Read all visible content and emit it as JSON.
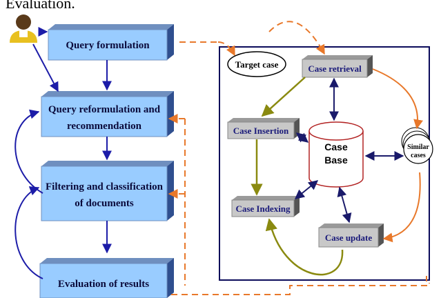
{
  "header_fragment": "Evaluation.",
  "process_steps": {
    "query_formulation": "Query formulation",
    "query_reformulation_line1": "Query reformulation and",
    "query_reformulation_line2": "recommendation",
    "filtering_line1": "Filtering and classification",
    "filtering_line2": "of documents",
    "evaluation": "Evaluation of results"
  },
  "cbr_cycle": {
    "target_case": "Target case",
    "case_retrieval": "Case retrieval",
    "case_insertion": "Case Insertion",
    "case_indexing": "Case Indexing",
    "case_update": "Case update",
    "case_base_line1": "Case",
    "case_base_line2": "Base",
    "similar_cases_line1": "Similar",
    "similar_cases_line2": "cases"
  },
  "colors": {
    "box_fill": "#99ccff",
    "box_side": "#2f4f8f",
    "gray_box_fill": "#c8c8c8",
    "gray_box_side": "#555555",
    "blue_arrow": "#1c1ca8",
    "orange_arrow": "#e8782a",
    "olive_arrow": "#8a8a10",
    "navy_arrow": "#1a1a6a",
    "case_base_stroke": "#b22222",
    "frame": "#0a0a5a"
  },
  "icons": [
    "user-icon"
  ]
}
